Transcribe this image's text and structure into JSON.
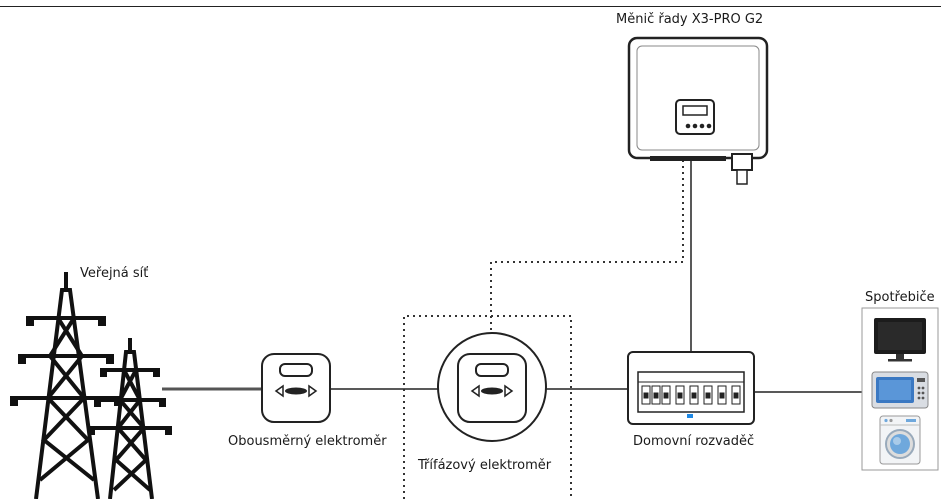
{
  "labels": {
    "inverter": "Měnič řady X3-PRO G2",
    "grid": "Veřejná síť",
    "consumers": "Spotřebiče",
    "bidirectional_meter": "Obousměrný elektroměr",
    "three_phase_meter": "Třífázový elektroměr",
    "distribution_board": "Domovní rozvaděč"
  },
  "colors": {
    "line": "#222222",
    "board_blue": "#1e88e5",
    "tv_screen": "#1c1c1c",
    "microwave": "#3a78c2",
    "washer_door": "#6fa8dc"
  }
}
